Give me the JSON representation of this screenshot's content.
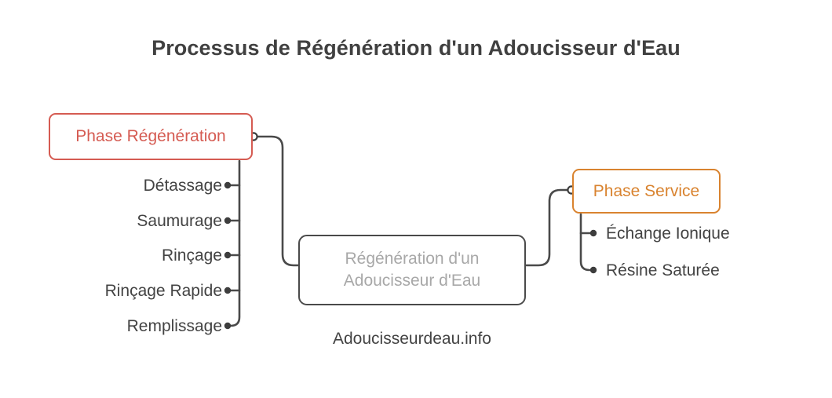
{
  "title": "Processus de Régénération d'un Adoucisseur d'Eau",
  "footer": "Adoucisseurdeau.info",
  "colors": {
    "background": "#ffffff",
    "title_text": "#404040",
    "wire": "#4a4a4a",
    "leaf_text": "#434343",
    "regeneration_accent": "#d55b52",
    "service_accent": "#d9832f",
    "center_text": "#a8a8a8",
    "center_border": "#4a4a4a"
  },
  "central_node": {
    "line1": "Régénération d'un",
    "line2": "Adoucisseur d'Eau"
  },
  "branches": [
    {
      "id": "regeneration",
      "label": "Phase Régénération",
      "side": "left",
      "accent": "#d55b52",
      "leaves": [
        {
          "label": "Détassage"
        },
        {
          "label": "Saumurage"
        },
        {
          "label": "Rinçage"
        },
        {
          "label": "Rinçage Rapide"
        },
        {
          "label": "Remplissage"
        }
      ]
    },
    {
      "id": "service",
      "label": "Phase Service",
      "side": "right",
      "accent": "#d9832f",
      "leaves": [
        {
          "label": "Échange Ionique"
        },
        {
          "label": "Résine Saturée"
        }
      ]
    }
  ]
}
